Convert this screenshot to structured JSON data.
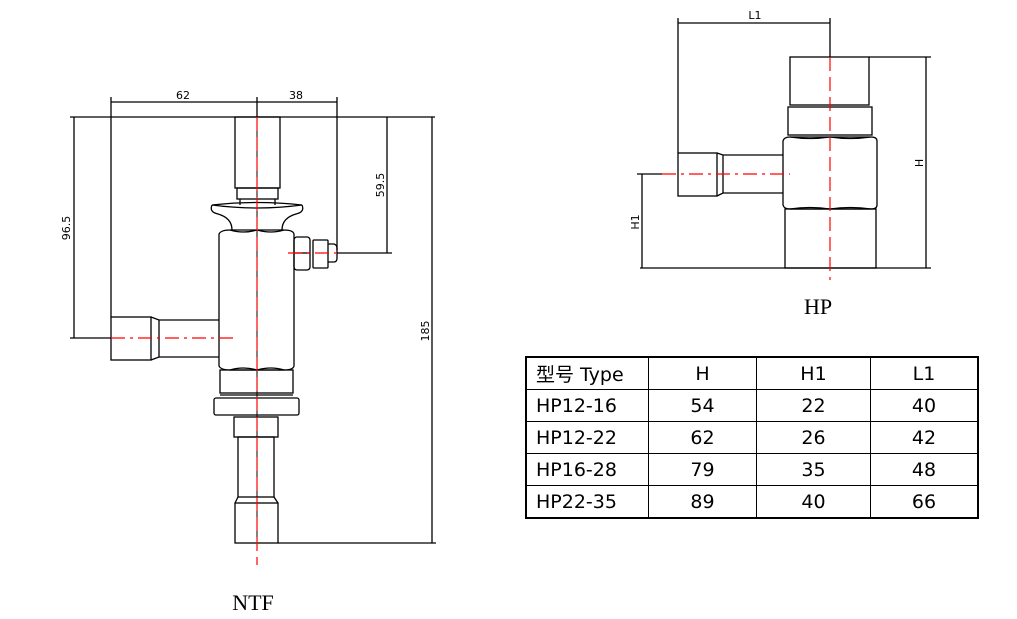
{
  "ntf": {
    "title": "NTF",
    "dims": {
      "d62": "62",
      "d38": "38",
      "d96_5": "96.5",
      "d59_5": "59.5",
      "d185": "185"
    }
  },
  "hp": {
    "title": "HP",
    "dims": {
      "L1": "L1",
      "H": "H",
      "H1": "H1"
    }
  },
  "table": {
    "headers": [
      "型号 Type",
      "H",
      "H1",
      "L1"
    ],
    "rows": [
      [
        "HP12-16",
        "54",
        "22",
        "40"
      ],
      [
        "HP12-22",
        "62",
        "26",
        "42"
      ],
      [
        "HP16-28",
        "79",
        "35",
        "48"
      ],
      [
        "HP22-35",
        "89",
        "40",
        "66"
      ]
    ]
  },
  "colors": {
    "line": "#000000",
    "centerline": "#ff0000"
  }
}
